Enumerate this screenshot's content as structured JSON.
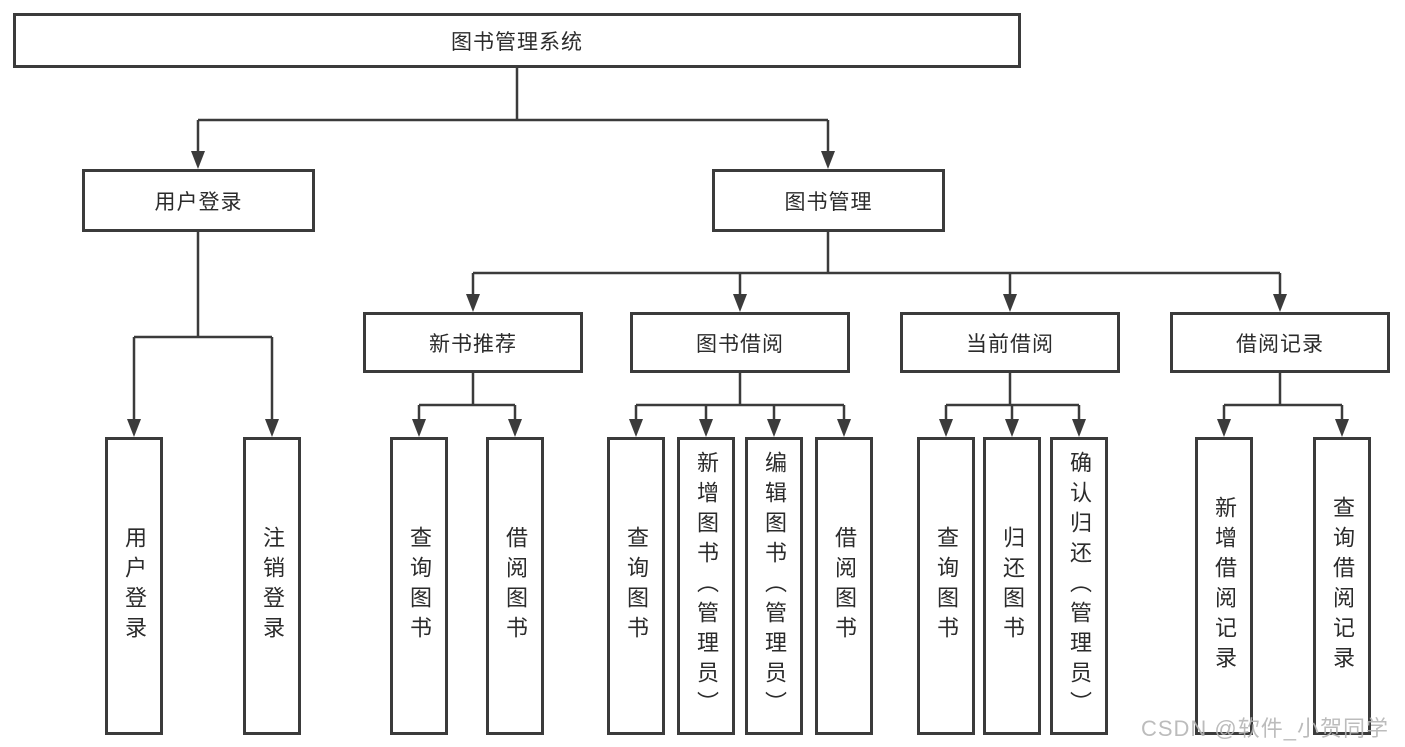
{
  "tree": {
    "label": "图书管理系统",
    "children": [
      {
        "label": "用户登录",
        "children": [
          {
            "label": "用户登录"
          },
          {
            "label": "注销登录"
          }
        ]
      },
      {
        "label": "图书管理",
        "children": [
          {
            "label": "新书推荐",
            "children": [
              {
                "label": "查询图书"
              },
              {
                "label": "借阅图书"
              }
            ]
          },
          {
            "label": "图书借阅",
            "children": [
              {
                "label": "查询图书"
              },
              {
                "label": "新增图书（管理员）"
              },
              {
                "label": "编辑图书（管理员）"
              },
              {
                "label": "借阅图书"
              }
            ]
          },
          {
            "label": "当前借阅",
            "children": [
              {
                "label": "查询图书"
              },
              {
                "label": "归还图书"
              },
              {
                "label": "确认归还（管理员）"
              }
            ]
          },
          {
            "label": "借阅记录",
            "children": [
              {
                "label": "新增借阅记录"
              },
              {
                "label": "查询借阅记录"
              }
            ]
          }
        ]
      }
    ]
  },
  "watermark": "CSDN @软件_小贺同学",
  "colors": {
    "line": "#3b3b3b",
    "box_border": "#3b3b3b",
    "text": "#2b2b2b",
    "watermark": "#b5b5b5",
    "background": "#ffffff"
  }
}
